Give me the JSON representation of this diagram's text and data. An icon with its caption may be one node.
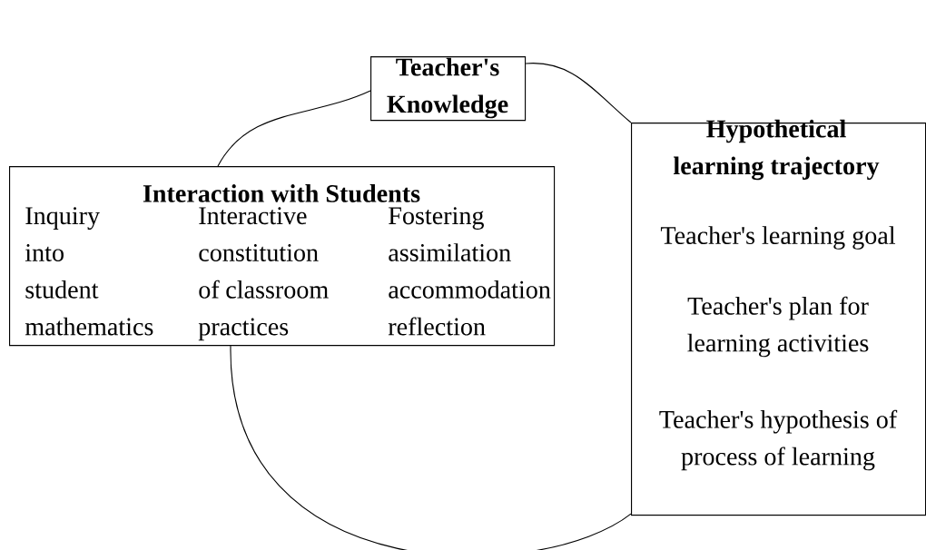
{
  "diagram": {
    "nodes": [
      {
        "text": [
          "Teacher's Knowledge"
        ]
      },
      {
        "text": [
          "Interaction with Students",
          "Inquiry into student mathematics",
          "Interactive constitution of classroom practices",
          "Fostering assimilation accommodation reflection"
        ]
      },
      {
        "text": [
          "Hypothetical learning trajectory",
          "Teacher's learning goal",
          "Teacher's plan for learning activities",
          "Teacher's hypothesis of process of learning"
        ]
      }
    ],
    "edges": [
      {
        "from": 1,
        "to": 0,
        "arrow": "none"
      },
      {
        "from": 0,
        "to": 2,
        "arrow": "none"
      },
      {
        "from": 2,
        "to": 1,
        "arrow": "none"
      }
    ]
  }
}
